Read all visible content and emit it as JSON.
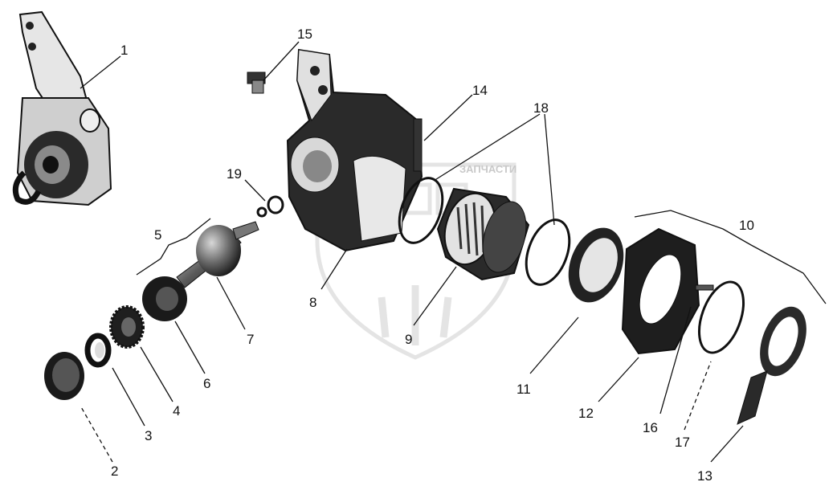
{
  "watermark": {
    "text": "ЗАПЧАСТИ",
    "color": "#c8c8c8"
  },
  "callouts": [
    {
      "id": "1",
      "label": "1"
    },
    {
      "id": "2",
      "label": "2"
    },
    {
      "id": "3",
      "label": "3"
    },
    {
      "id": "4",
      "label": "4"
    },
    {
      "id": "5",
      "label": "5"
    },
    {
      "id": "6",
      "label": "6"
    },
    {
      "id": "7",
      "label": "7"
    },
    {
      "id": "8",
      "label": "8"
    },
    {
      "id": "9",
      "label": "9"
    },
    {
      "id": "10",
      "label": "10"
    },
    {
      "id": "11",
      "label": "11"
    },
    {
      "id": "12",
      "label": "12"
    },
    {
      "id": "13",
      "label": "13"
    },
    {
      "id": "14",
      "label": "14"
    },
    {
      "id": "15",
      "label": "15"
    },
    {
      "id": "16",
      "label": "16"
    },
    {
      "id": "17",
      "label": "17"
    },
    {
      "id": "18",
      "label": "18"
    },
    {
      "id": "19",
      "label": "19"
    }
  ]
}
